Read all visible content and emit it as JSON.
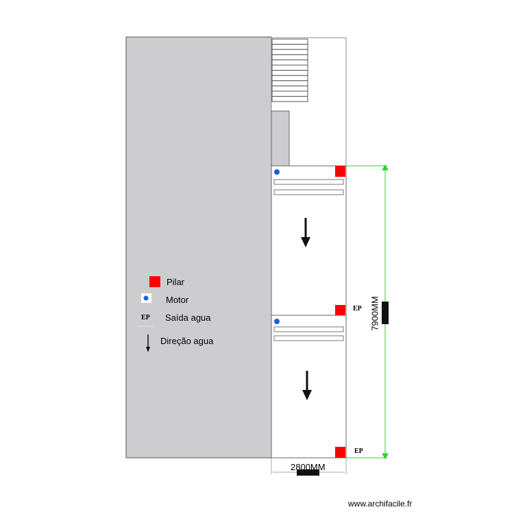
{
  "legend": {
    "pilar": "Pilar",
    "motor": "Motor",
    "ep": "EP",
    "saida": "Saída agua",
    "direcao": "Direção agua"
  },
  "labels": {
    "ep1": "EP",
    "ep2": "EP"
  },
  "dimensions": {
    "height": "7900MM",
    "width": "2800MM"
  },
  "footer": "www.archifacile.fr",
  "colors": {
    "pilar": "#ff0000",
    "motor": "#1a5fe0",
    "dimension": "#33cc33",
    "building": "#cdcdcf"
  }
}
